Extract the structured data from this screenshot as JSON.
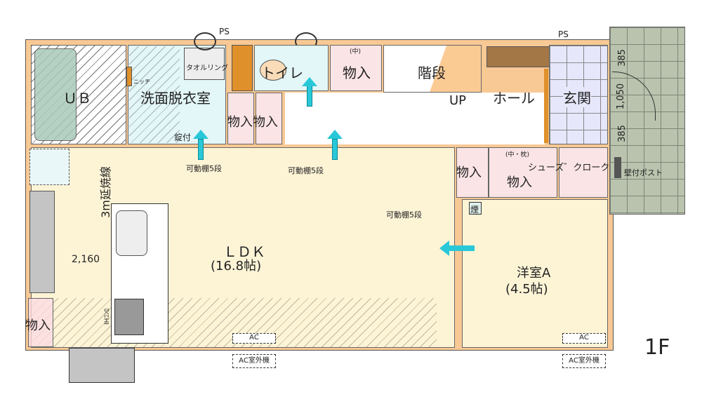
{
  "floor_label": "1F",
  "rooms": {
    "ub": "ＵＢ",
    "washroom": "洗面脱衣室",
    "toilet": "トイレ",
    "storage_mid_note": "(中)",
    "storage_mid": "物入",
    "stairs": "階段",
    "stairs_up": "UP",
    "hall": "ホール",
    "entrance": "玄関",
    "closet_a": "物入",
    "closet_b": "物入",
    "ldk": "ＬＤＫ",
    "ldk_size": "(16.8帖)",
    "closet_c": "物入",
    "closet_d": "物入",
    "closet_d_note": "(中・枕)",
    "shoe_closet": "シューズ゛クローク",
    "western_room": "洋室A",
    "western_room_size": "(4.5帖)",
    "closet_kitchen": "物入"
  },
  "annotations": {
    "ps_top": "PS",
    "ps_right": "PS",
    "towel_ring": "タオルリング",
    "niche": "ニッチ",
    "lock": "錠付",
    "shelf1": "可動棚5段",
    "shelf2": "可動棚5段",
    "shelf3": "可動棚5段",
    "fire_line": "3m延焼線",
    "dim_2160": "2,160",
    "ih": "IHｺﾝﾛ",
    "smoke": "煙",
    "wall_post": "壁付ポスト",
    "dim_385a": "385",
    "dim_1050": "1,050",
    "dim_385b": "385",
    "ac1": "AC",
    "ac1_outdoor": "AC室外機",
    "ac2": "AC",
    "ac2_outdoor": "AC室外機"
  },
  "colors": {
    "wall": "#f8c995",
    "ldk": "#fdf4d6",
    "wet": "#e3f6f8",
    "closet": "#fbe4e6",
    "porch": "#b9c3ae",
    "entrance": "#e6e7fb",
    "arrow": "#29c8d8"
  }
}
